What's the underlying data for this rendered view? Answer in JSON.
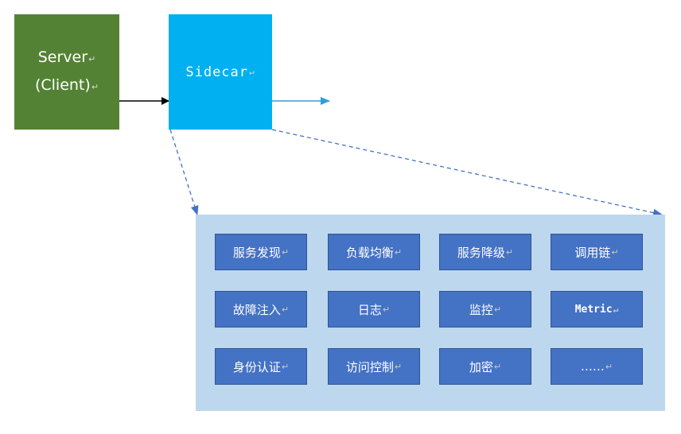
{
  "server": {
    "line1": "Server",
    "line2": "(Client)"
  },
  "sidecar": {
    "label": "Sidecar"
  },
  "return_mark": "↵",
  "features": [
    "服务发现",
    "负载均衡",
    "服务降级",
    "调用链",
    "故障注入",
    "日志",
    "监控",
    "Metric",
    "身份认证",
    "访问控制",
    "加密",
    "……"
  ],
  "colors": {
    "server": "#548235",
    "sidecar": "#00b0f0",
    "panel": "#bdd7ee",
    "feature": "#4472c4",
    "arrow_black": "#000000",
    "arrow_blue": "#2e9fd9",
    "dashed": "#4472c4"
  }
}
